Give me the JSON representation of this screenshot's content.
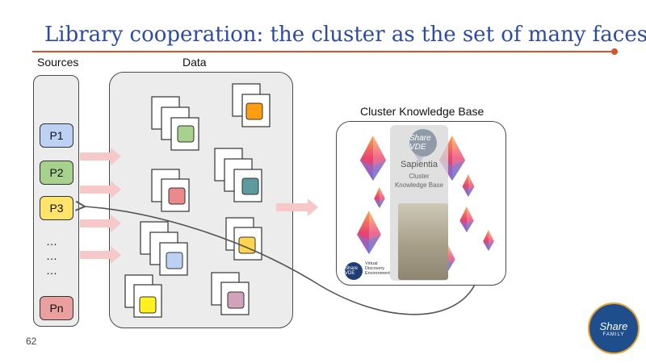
{
  "title": "Library cooperation: the cluster as the set of many faces",
  "labels": {
    "sources": "Sources",
    "data": "Data",
    "ckb": "Cluster Knowledge Base"
  },
  "sources": [
    {
      "label": "P1",
      "color": "#bcd1f4"
    },
    {
      "label": "P2",
      "color": "#a9d18e"
    },
    {
      "label": "P3",
      "color": "#ffe36b"
    },
    {
      "label": "Pn",
      "color": "#eba0a0"
    }
  ],
  "ellipsis": "…",
  "doc_colors": [
    "#a9d18e",
    "#ff9d12",
    "#eb8a8a",
    "#5c9aa0",
    "#ffd54d",
    "#bcd1f4",
    "#fff01f",
    "#d1a3bb"
  ],
  "panel": {
    "logo": "Share VDE",
    "title": "Sapientia",
    "sub1": "Cluster",
    "sub2": "Knowledge Base",
    "vde_logo": "Share VDE",
    "vde_line1": "Virtual",
    "vde_line2": "Discovery",
    "vde_line3": "Environment"
  },
  "share_logo": {
    "name": "Share",
    "sub": "FAMILY"
  },
  "page_number": "62",
  "colors": {
    "title": "#2c4aa8",
    "rule": "#d4552b",
    "arrow": "#f6c8c8",
    "box_fill": "#ececec"
  }
}
